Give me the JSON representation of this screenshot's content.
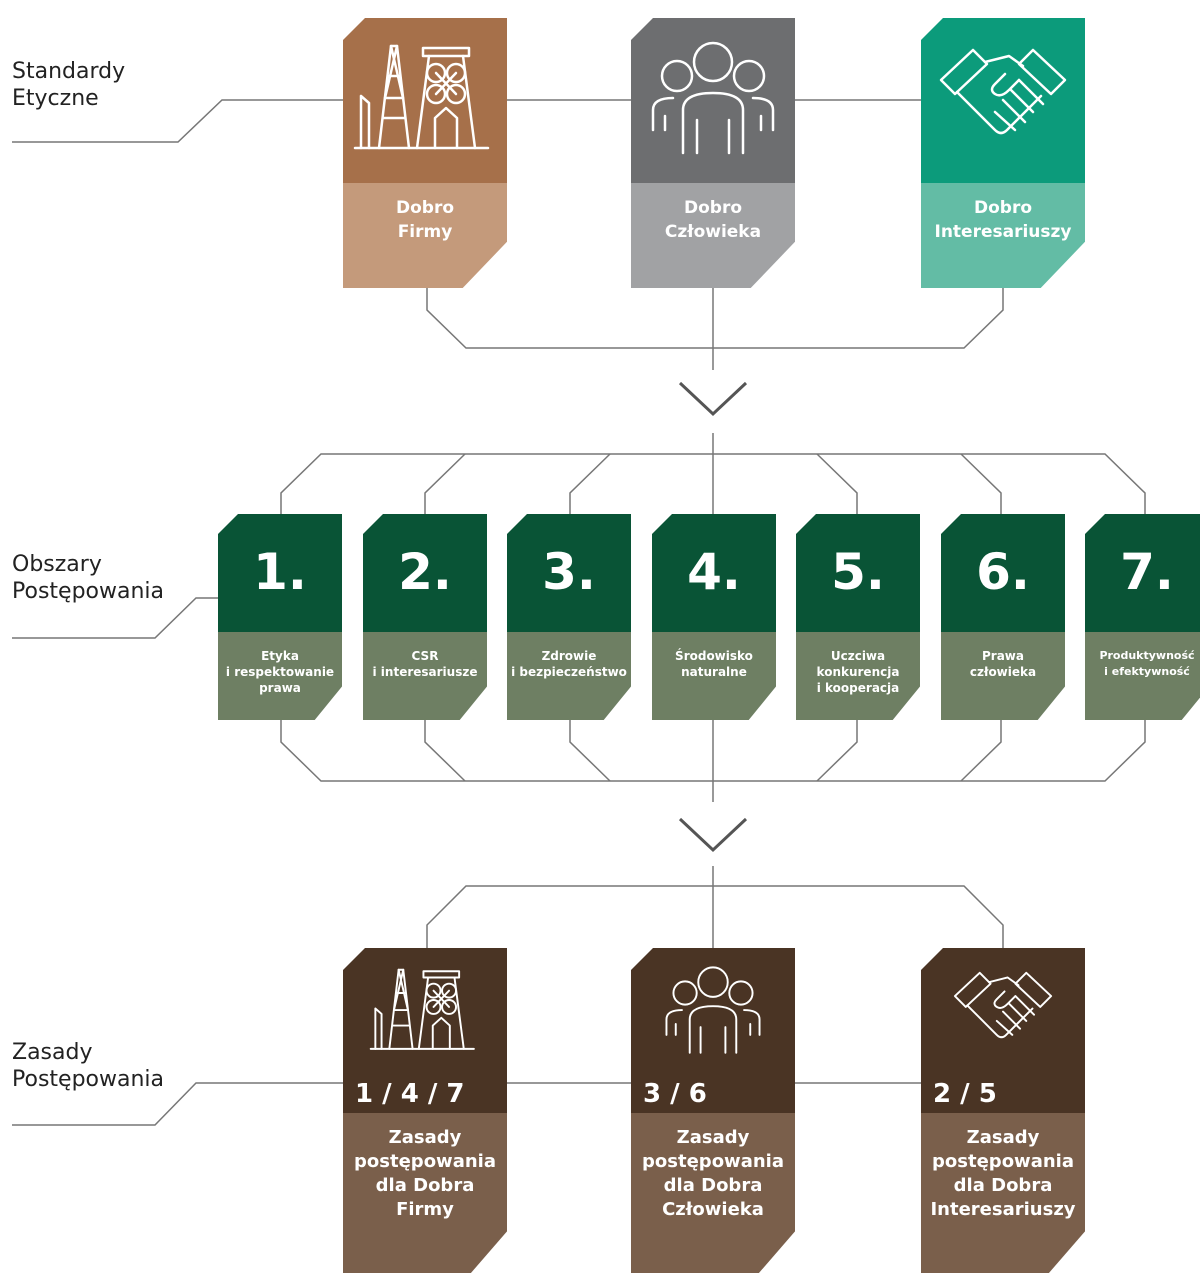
{
  "rows": [
    {
      "label_line1": "Standardy",
      "label_line2": "Etyczne"
    },
    {
      "label_line1": "Obszary",
      "label_line2": "Postępowania"
    },
    {
      "label_line1": "Zasady",
      "label_line2": "Postępowania"
    }
  ],
  "standards": [
    {
      "line1": "Dobro",
      "line2": "Firmy",
      "icon": "mine-industry-icon",
      "top_color": "#a6704a",
      "bottom_color": "#c49a7b"
    },
    {
      "line1": "Dobro",
      "line2": "Człowieka",
      "icon": "people-group-icon",
      "top_color": "#6d6e70",
      "bottom_color": "#a1a2a4"
    },
    {
      "line1": "Dobro",
      "line2": "Interesariuszy",
      "icon": "handshake-icon",
      "top_color": "#0c9b7b",
      "bottom_color": "#63bca5"
    }
  ],
  "areas": [
    {
      "number": "1.",
      "line1": "Etyka",
      "line2": "i respektowanie",
      "line3": "prawa"
    },
    {
      "number": "2.",
      "line1": "CSR",
      "line2": "i interesariusze",
      "line3": ""
    },
    {
      "number": "3.",
      "line1": "Zdrowie",
      "line2": "i bezpieczeństwo",
      "line3": ""
    },
    {
      "number": "4.",
      "line1": "Środowisko",
      "line2": "naturalne",
      "line3": ""
    },
    {
      "number": "5.",
      "line1": "Uczciwa",
      "line2": "konkurencja",
      "line3": "i kooperacja"
    },
    {
      "number": "6.",
      "line1": "Prawa",
      "line2": "człowieka",
      "line3": ""
    },
    {
      "number": "7.",
      "line1": "Produktywność",
      "line2": "i efektywność",
      "line3": ""
    }
  ],
  "area_colors": {
    "top": "#095436",
    "bottom": "#6e7f63"
  },
  "principles": [
    {
      "code": "1 / 4 / 7",
      "line1": "Zasady",
      "line2": "postępowania",
      "line3": "dla Dobra",
      "line4": "Firmy",
      "icon": "mine-industry-icon"
    },
    {
      "code": "3 / 6",
      "line1": "Zasady",
      "line2": "postępowania",
      "line3": "dla Dobra",
      "line4": "Człowieka",
      "icon": "people-group-icon"
    },
    {
      "code": "2 / 5",
      "line1": "Zasady",
      "line2": "postępowania",
      "line3": "dla Dobra",
      "line4": "Interesariuszy",
      "icon": "handshake-icon"
    }
  ],
  "principle_colors": {
    "top": "#4a3424",
    "bottom": "#7a5f4b"
  },
  "line_color": "#777777",
  "chevron_color": "#555555"
}
